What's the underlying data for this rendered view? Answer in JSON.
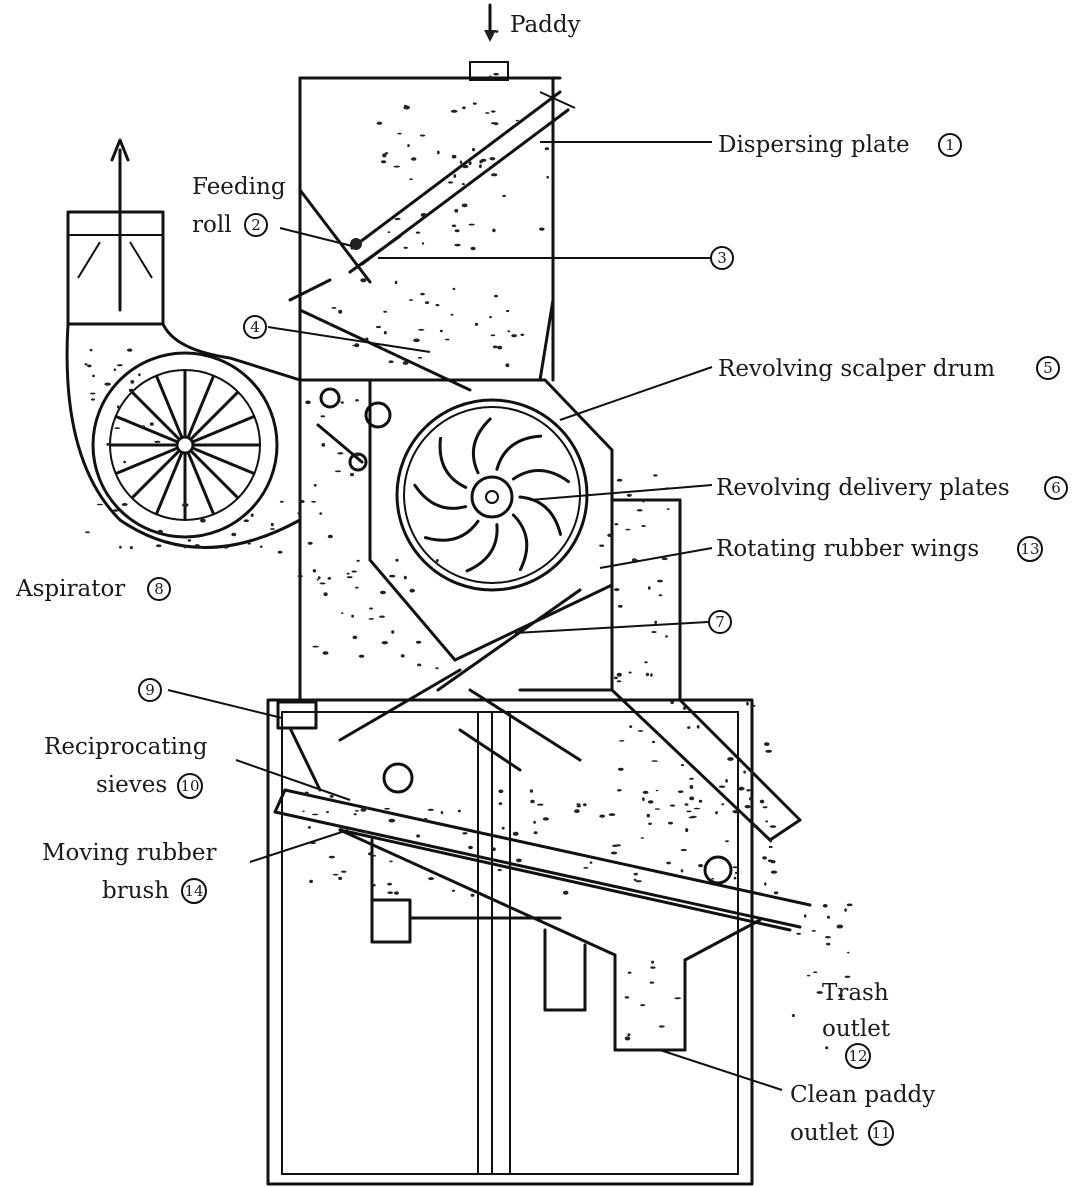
{
  "labels": {
    "paddy": "Paddy",
    "dispersing_plate": "Dispersing plate",
    "dispersing_plate_num": "1",
    "feeding_roll_line1": "Feeding",
    "feeding_roll_line2": "roll",
    "feeding_roll_num": "2",
    "part3_num": "3",
    "part4_num": "4",
    "revolving_scalper_drum": "Revolving scalper drum",
    "revolving_scalper_drum_num": "5",
    "revolving_delivery_plates": "Revolving delivery plates",
    "revolving_delivery_plates_num": "6",
    "rotating_rubber_wings": "Rotating rubber wings",
    "rotating_rubber_wings_num": "13",
    "aspirator": "Aspirator",
    "aspirator_num": "8",
    "part7_num": "7",
    "part9_num": "9",
    "reciprocating_sieves_line1": "Reciprocating",
    "reciprocating_sieves_line2": "sieves",
    "reciprocating_sieves_num": "10",
    "moving_rubber_brush_line1": "Moving rubber",
    "moving_rubber_brush_line2": "brush",
    "moving_rubber_brush_num": "14",
    "trash_outlet_line1": "Trash",
    "trash_outlet_line2": "outlet",
    "trash_outlet_num": "12",
    "clean_paddy_outlet_line1": "Clean paddy",
    "clean_paddy_outlet_line2": "outlet",
    "clean_paddy_outlet_num": "11"
  }
}
